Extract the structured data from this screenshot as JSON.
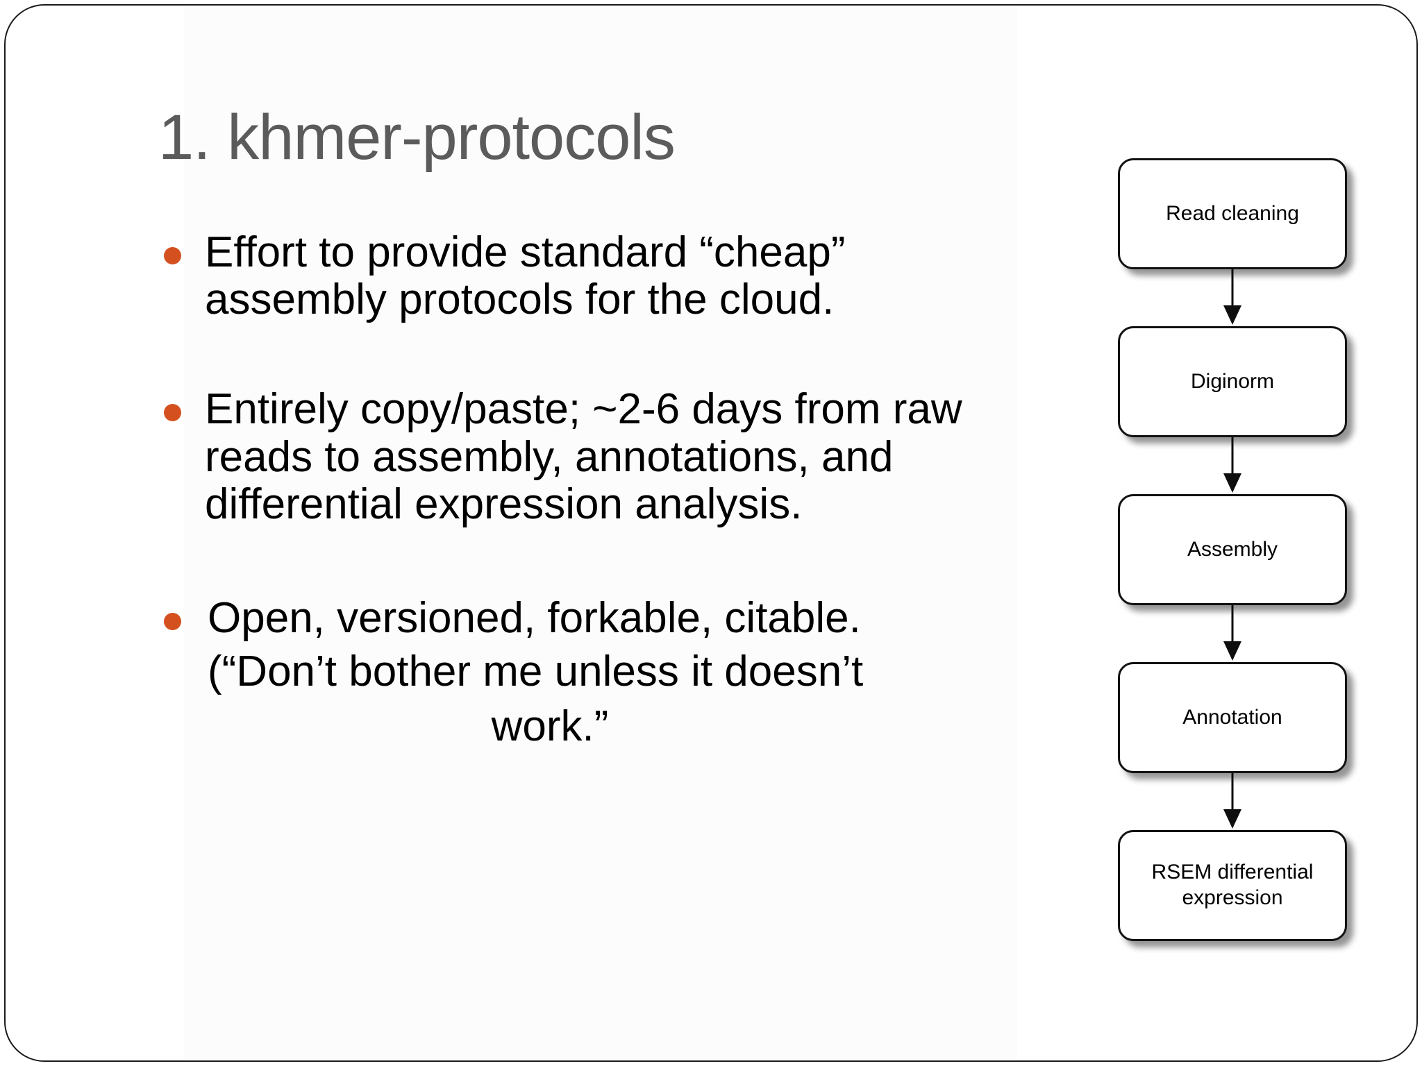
{
  "slide": {
    "title": "1. khmer-protocols",
    "title_color": "#5b5b5b",
    "bullet_color": "#d4501f",
    "background": "#ffffff",
    "border_color": "#1a1a1a"
  },
  "body": {
    "bullets": [
      {
        "text": "Effort to provide standard “cheap” assembly protocols for the cloud."
      },
      {
        "text": "Entirely copy/paste; ~2-6 days from raw reads to assembly, annotations, and differential expression analysis."
      },
      {
        "text": "Open, versioned, forkable, citable."
      }
    ],
    "quote_line_1": "(“Don’t bother me unless it doesn’t",
    "quote_line_2": "work.”"
  },
  "flowchart": {
    "nodes": [
      {
        "label": "Read cleaning"
      },
      {
        "label": "Diginorm"
      },
      {
        "label": "Assembly"
      },
      {
        "label": "Annotation"
      },
      {
        "label": "RSEM differential expression"
      }
    ]
  }
}
